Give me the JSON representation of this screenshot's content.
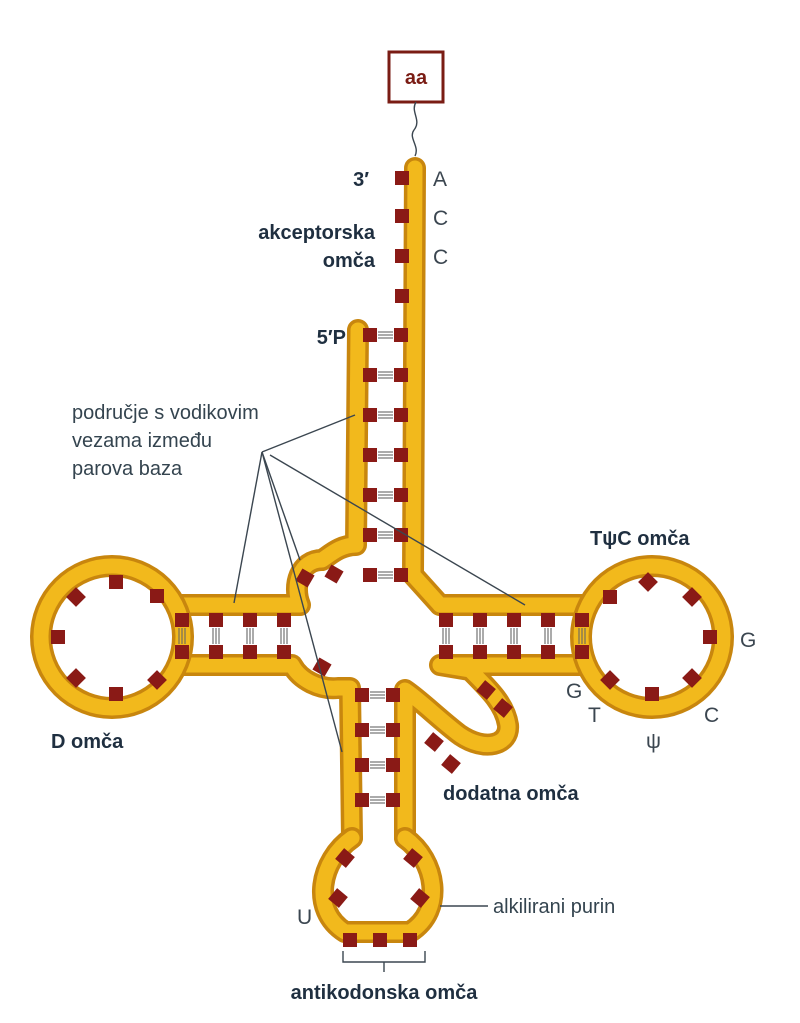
{
  "colors": {
    "backbone_fill": "#f2b91c",
    "backbone_edge": "#c8860e",
    "base": "#8a1a16",
    "text": "#2a3a4a",
    "aa_box": "#7a1c14"
  },
  "amino_acid": "aa",
  "ends": {
    "three_prime": "3′",
    "five_prime": "5′P"
  },
  "acceptor_bases": [
    "A",
    "C",
    "C"
  ],
  "labels": {
    "acceptor_loop_line1": "akceptorska",
    "acceptor_loop_line2": "omča",
    "hbond_line1": "područje s vodikovim",
    "hbond_line2": "vezama između",
    "hbond_line3": "parova baza",
    "d_loop": "D omča",
    "tpsic_loop": "TψC omča",
    "extra_loop": "dodatna omča",
    "alkylated_purine": "alkilirani purin",
    "anticodon_loop": "antikodonska omča"
  },
  "tpsic_bases": {
    "g_outer": "G",
    "g_inner": "G",
    "t": "T",
    "psi": "ψ",
    "c": "C"
  },
  "anticodon_u": "U"
}
